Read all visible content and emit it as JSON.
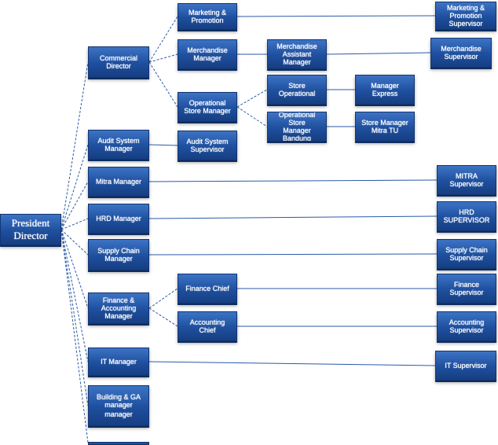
{
  "colors": {
    "box_fill": "#1e4f9e",
    "box_border": "#123670",
    "connector": "#2a5aa8",
    "text": "#ffffff"
  },
  "nodes": {
    "president_director": "President\nDirector",
    "commercial_director": "Commercial\nDirector",
    "audit_system_manager": "Audit System\nManager",
    "mitra_manager": "Mitra Manager",
    "hrd_manager": "HRD Manager",
    "supply_chain_manager": "Supply Chain\nManager",
    "finance_accounting_manager": "Finance &\nAccounting\nManager",
    "it_manager": "IT Manager",
    "building_manager": "Building & GA\nmanager",
    "building_manager_extra": "manager",
    "marketing_promotion": "Marketing &\nPromotion",
    "merchandise_manager": "Merchandise\nManager",
    "operational_store_manager": "Operational\nStore Manager",
    "audit_system_supervisor": "Audit System\nSupervisor",
    "finance_chief": "Finance Chief",
    "accounting_chief": "Accounting Chief",
    "merchandise_assistant_manager": "Merchandise\nAssistant\nManager",
    "store_operational": "Store\nOperational",
    "operational_store_manager_bandung": "Operational Store\nManager\nBandung",
    "manager_express": "Manager Express",
    "store_manager_mitra": "Store Manager\nMitra TU",
    "marketing_promotion_supervisor": "Marketing &\nPromotion Supervisor",
    "merchandise_supervisor": "Merchandise\nSupervisor",
    "mitra_supervisor": "MITRA\nSupervisor",
    "hrd_supervisor": "HRD SUPERVISOR",
    "supply_chain_supervisor": "Supply Chain\nSupervisor",
    "finance_supervisor": "Finance\nSupervisor",
    "accounting_supervisor": "Accounting\nSupervisor",
    "it_supervisor": "IT Supervisor"
  }
}
